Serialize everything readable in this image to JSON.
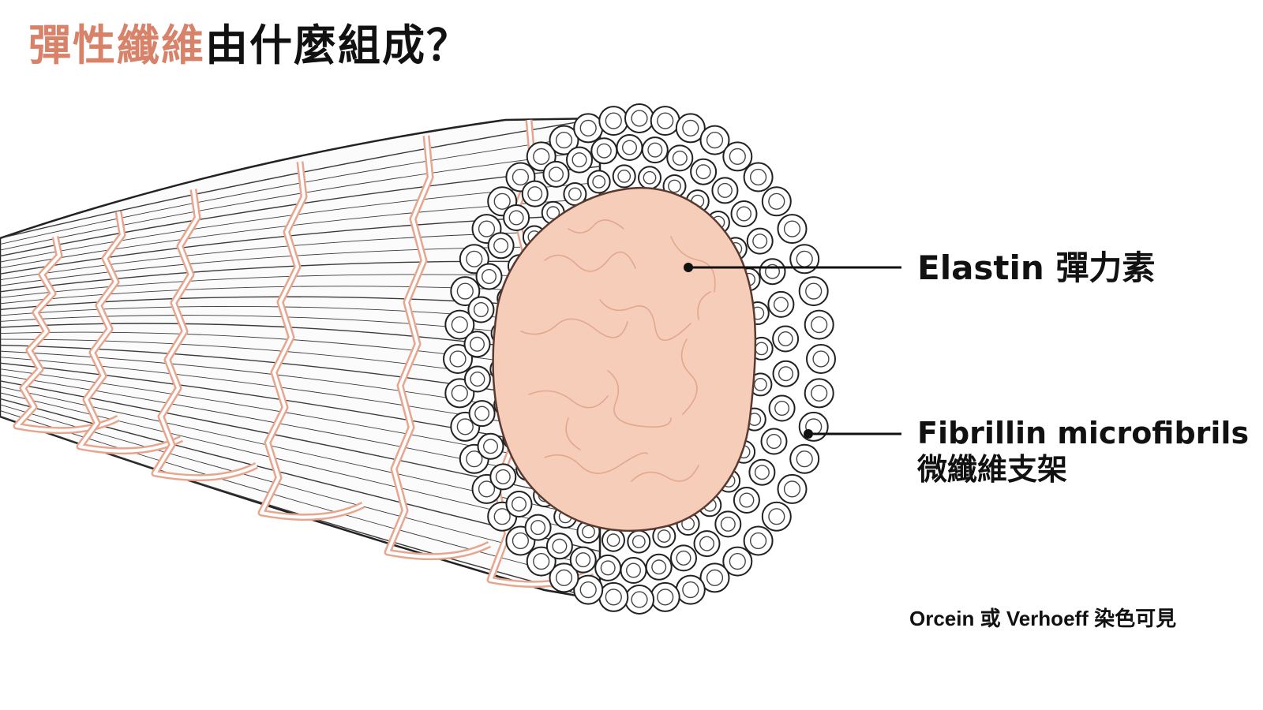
{
  "title": {
    "highlight": "彈性纖維",
    "rest": "由什麼組成？"
  },
  "labels": {
    "elastin": "Elastin 彈力素",
    "fibrillin_en": "Fibrillin microfibrils",
    "fibrillin_zh": "微纖維支架"
  },
  "footnote": "Orcein 或 Verhoeff 染色可見",
  "colors": {
    "accent": "#d9826a",
    "elastin_fill": "#f6cdb8",
    "elastin_texture": "#e2a88e",
    "spiral": "#e8a58d",
    "outline": "#222222",
    "text": "#111111"
  }
}
